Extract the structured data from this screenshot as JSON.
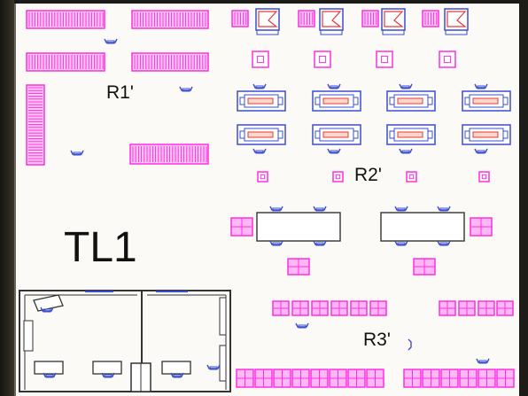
{
  "labels": {
    "r1": "R1'",
    "r2": "R2'",
    "r3": "R3'",
    "tl1": "TL1"
  },
  "colors": {
    "magenta": "#ff2fe0",
    "blue": "#3b4dcf",
    "red": "#e63a3a",
    "wall": "#333333"
  }
}
